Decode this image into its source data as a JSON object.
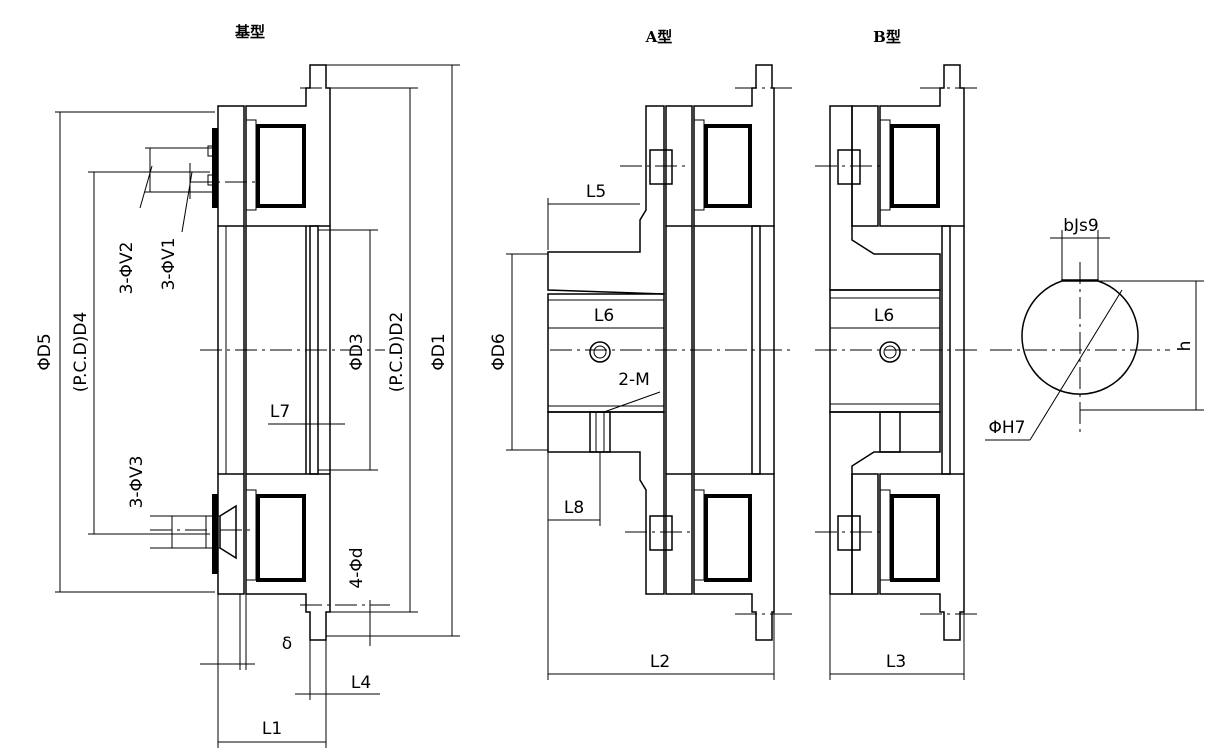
{
  "titles": {
    "base": "基型",
    "a": "A型",
    "b": "B型"
  },
  "labels": {
    "d5": "ΦD5",
    "pcd4": "(P.C.D)D4",
    "v2": "3-ΦV2",
    "v1": "3-ΦV1",
    "v3": "3-ΦV3",
    "d3": "ΦD3",
    "pcd2": "(P.C.D)D2",
    "d1": "ΦD1",
    "l7": "L7",
    "four_d": "4-Φd",
    "delta": "δ",
    "l4": "L4",
    "l1": "L1",
    "l5": "L5",
    "l6_a": "L6",
    "d6": "ΦD6",
    "two_m": "2-M",
    "l8": "L8",
    "l2": "L2",
    "l6_b": "L6",
    "l3": "L3",
    "bjs9": "bJs9",
    "h": "h",
    "h7": "ΦH7"
  },
  "colors": {
    "line": "#000000",
    "background": "#ffffff"
  }
}
